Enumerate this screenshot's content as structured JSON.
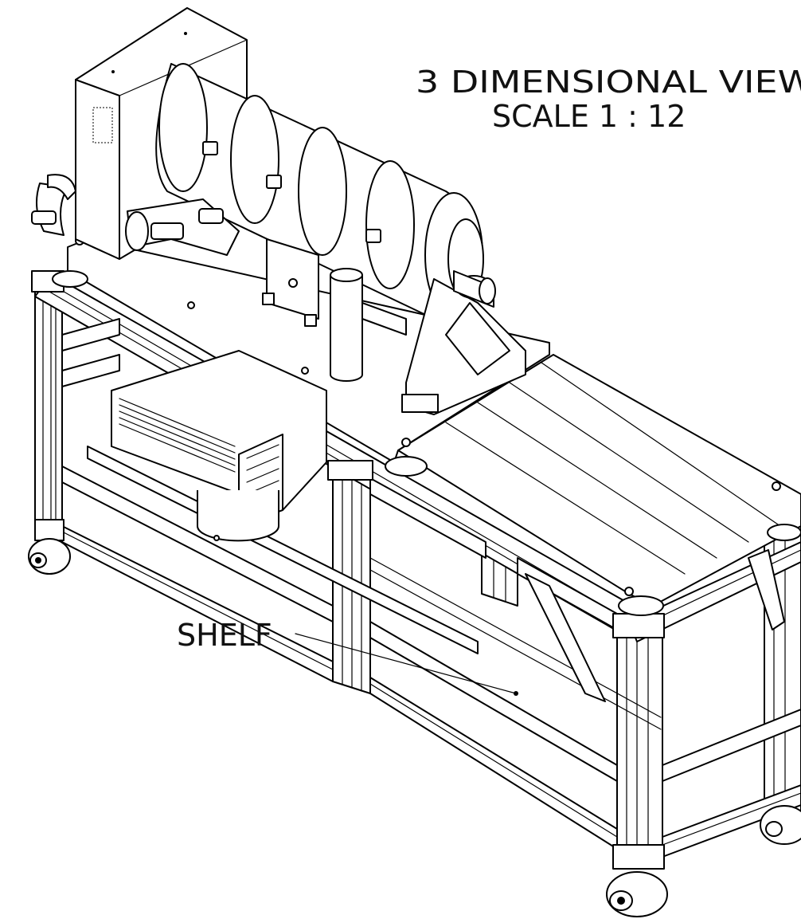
{
  "view": {
    "title_line1": "3 DIMENSIONAL VIEW",
    "title_line2": "SCALE 1 : 12"
  },
  "callouts": {
    "shelf": "SHELF"
  },
  "colors": {
    "ink": "#000000",
    "paper": "#ffffff"
  }
}
